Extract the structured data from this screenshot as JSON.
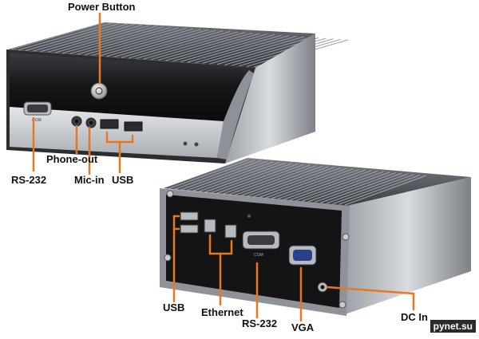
{
  "labels": {
    "power_button": "Power Button",
    "phone_out": "Phone-out",
    "mic_in": "Mic-in",
    "usb_front": "USB",
    "rs232_front": "RS-232",
    "usb_rear": "USB",
    "ethernet": "Ethernet",
    "rs232_rear": "RS-232",
    "vga": "VGA",
    "dc_in": "DC In"
  },
  "port_marks": {
    "com_front": "COM",
    "com_rear": "COM"
  },
  "watermark": "pynet.su",
  "colors": {
    "callout": "#e87722",
    "device_dark": "#1a1a1c",
    "device_silver": "#c4c7cc",
    "background": "#ffffff"
  }
}
